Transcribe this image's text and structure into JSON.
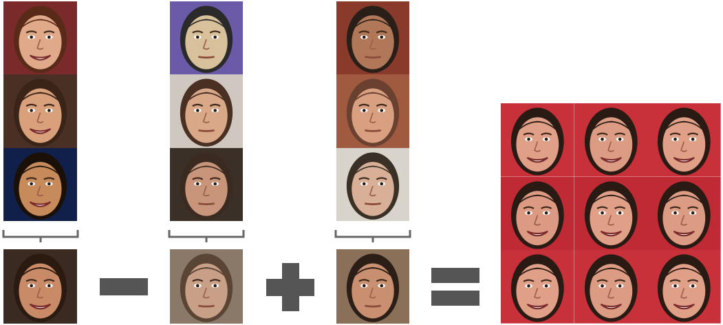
{
  "figure": {
    "description_free": true,
    "operators": [
      "minus-operator",
      "plus-operator",
      "equals-operator"
    ],
    "operator_color": "#555555",
    "bracket_color": "#666666",
    "groups": [
      {
        "name": "group-smiling-woman",
        "inputs": [
          {
            "bg": "#7a2a2a",
            "skin": "#e0a98a",
            "hair": "#5a2a18",
            "expression": "smile"
          },
          {
            "bg": "#4a3024",
            "skin": "#d9a07c",
            "hair": "#3a2418",
            "expression": "smile"
          },
          {
            "bg": "#10204a",
            "skin": "#c78a5a",
            "hair": "#1a1008",
            "expression": "smile"
          }
        ],
        "mean": {
          "bg": "#3a2a22",
          "skin": "#c98a68",
          "hair": "#2a1a10",
          "expression": "smile"
        }
      },
      {
        "name": "group-neutral-woman",
        "inputs": [
          {
            "bg": "#6a5aa8",
            "skin": "#d8c09a",
            "hair": "#2a2a2a",
            "expression": "neutral"
          },
          {
            "bg": "#cfc8c0",
            "skin": "#d8a888",
            "hair": "#4a3022",
            "expression": "neutral"
          },
          {
            "bg": "#3a3028",
            "skin": "#c8957a",
            "hair": "#3a2a20",
            "expression": "neutral"
          }
        ],
        "mean": {
          "bg": "#8a7868",
          "skin": "#c8a088",
          "hair": "#5a4434",
          "expression": "neutral"
        }
      },
      {
        "name": "group-neutral-man",
        "inputs": [
          {
            "bg": "#8a3a2a",
            "skin": "#b07858",
            "hair": "#2a1e18",
            "expression": "neutral"
          },
          {
            "bg": "#a05a40",
            "skin": "#d8a080",
            "hair": "#6a4030",
            "expression": "neutral"
          },
          {
            "bg": "#d8d4cc",
            "skin": "#d8b098",
            "hair": "#3a3026",
            "expression": "neutral"
          }
        ],
        "mean": {
          "bg": "#8a7058",
          "skin": "#c89070",
          "hair": "#2a1e16",
          "expression": "neutral"
        }
      }
    ],
    "results": [
      {
        "bg": "#c8303a",
        "skin": "#e0a088",
        "hair": "#2a1a14",
        "expression": "smile"
      },
      {
        "bg": "#c8303a",
        "skin": "#dc9c84",
        "hair": "#2a1a14",
        "expression": "smile"
      },
      {
        "bg": "#c8303a",
        "skin": "#e0a088",
        "hair": "#2a1a14",
        "expression": "smile"
      },
      {
        "bg": "#c02a34",
        "skin": "#dc9a82",
        "hair": "#2a1a14",
        "expression": "smile"
      },
      {
        "bg": "#c02a34",
        "skin": "#e0a088",
        "hair": "#2a1a14",
        "expression": "smile"
      },
      {
        "bg": "#c02a34",
        "skin": "#dc9c84",
        "hair": "#2a1a14",
        "expression": "smile"
      },
      {
        "bg": "#c8303a",
        "skin": "#e0a088",
        "hair": "#2a1a14",
        "expression": "smile"
      },
      {
        "bg": "#c8303a",
        "skin": "#dc9c84",
        "hair": "#2a1a14",
        "expression": "smile"
      },
      {
        "bg": "#c8303a",
        "skin": "#e0a088",
        "hair": "#2a1a14",
        "expression": "smile"
      }
    ]
  }
}
